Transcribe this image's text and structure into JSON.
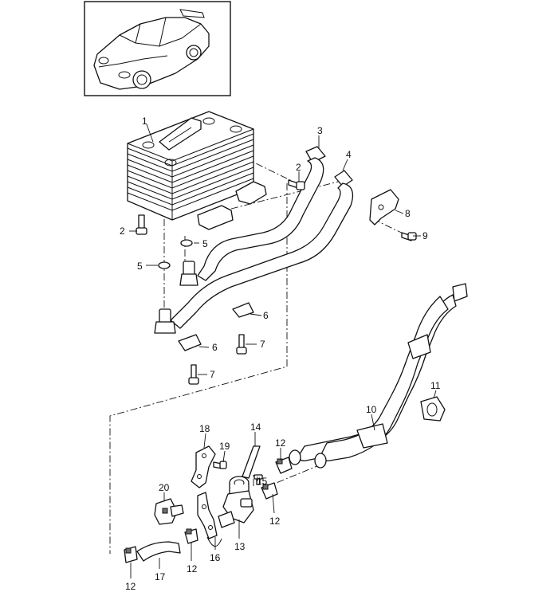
{
  "callouts": [
    {
      "id": "c1",
      "number": "1"
    },
    {
      "id": "c2a",
      "number": "2"
    },
    {
      "id": "c2b",
      "number": "2"
    },
    {
      "id": "c3",
      "number": "3"
    },
    {
      "id": "c4",
      "number": "4"
    },
    {
      "id": "c5a",
      "number": "5"
    },
    {
      "id": "c5b",
      "number": "5"
    },
    {
      "id": "c6a",
      "number": "6"
    },
    {
      "id": "c6b",
      "number": "6"
    },
    {
      "id": "c7a",
      "number": "7"
    },
    {
      "id": "c7b",
      "number": "7"
    },
    {
      "id": "c8",
      "number": "8"
    },
    {
      "id": "c9",
      "number": "9"
    },
    {
      "id": "c10",
      "number": "10"
    },
    {
      "id": "c11",
      "number": "11"
    },
    {
      "id": "c12a",
      "number": "12"
    },
    {
      "id": "c12b",
      "number": "12"
    },
    {
      "id": "c12c",
      "number": "12"
    },
    {
      "id": "c12d",
      "number": "12"
    },
    {
      "id": "c13",
      "number": "13"
    },
    {
      "id": "c14",
      "number": "14"
    },
    {
      "id": "c15",
      "number": "15"
    },
    {
      "id": "c16",
      "number": "16"
    },
    {
      "id": "c17",
      "number": "17"
    },
    {
      "id": "c18",
      "number": "18"
    },
    {
      "id": "c19",
      "number": "19"
    },
    {
      "id": "c20",
      "number": "20"
    }
  ],
  "icons": {
    "vehicle": "sports-car-thumbnail-icon"
  }
}
